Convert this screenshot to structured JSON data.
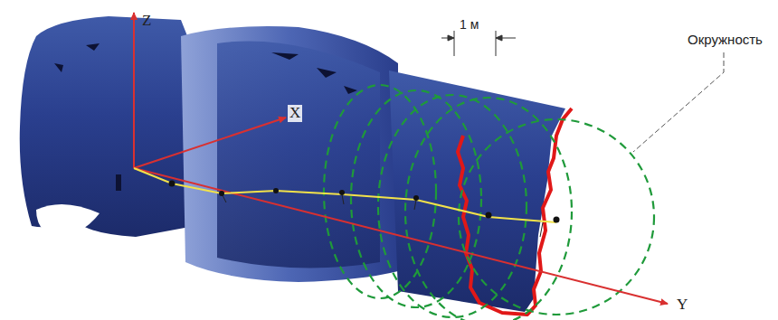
{
  "diagram": {
    "labels": [
      "Z",
      "X",
      "Y",
      "1 м",
      "Окружность"
    ]
  }
}
